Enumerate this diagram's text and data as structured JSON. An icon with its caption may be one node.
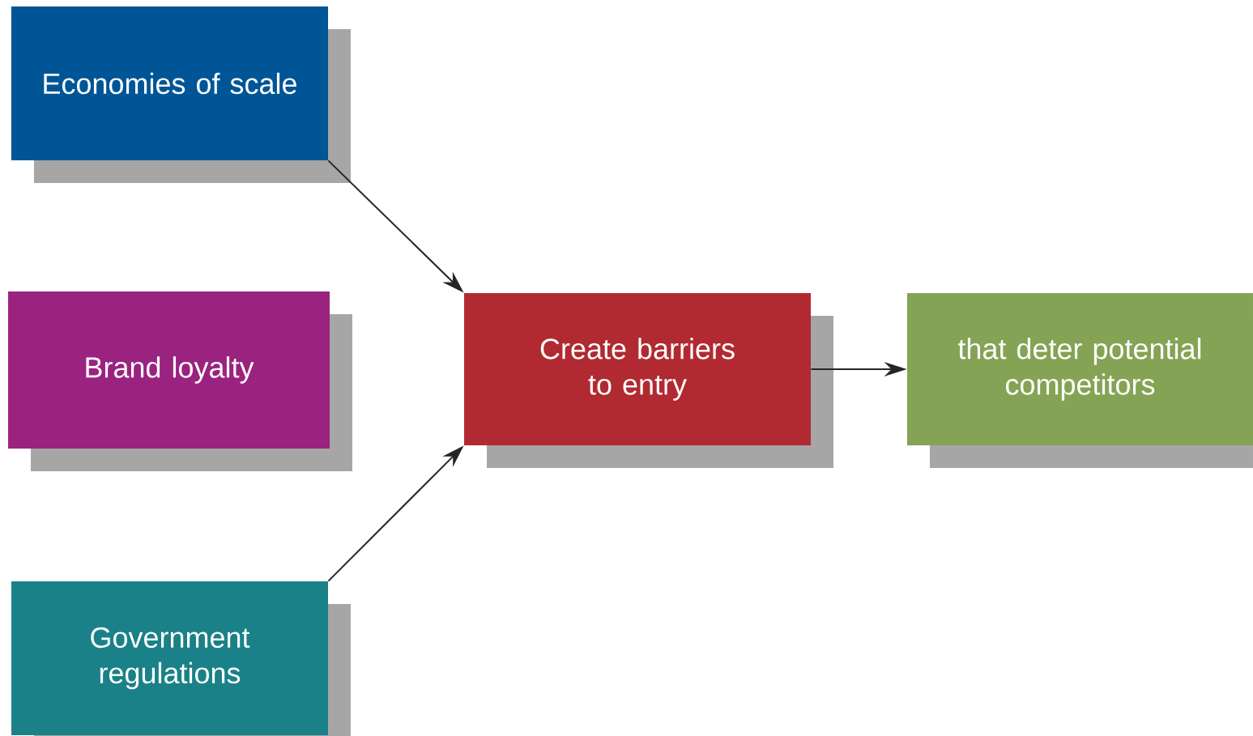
{
  "diagram": {
    "nodes": [
      {
        "text": [
          "Economies of scale"
        ]
      },
      {
        "text": [
          "Brand loyalty"
        ]
      },
      {
        "text": [
          "Government regulations"
        ]
      },
      {
        "text": [
          "Create barriers to entry"
        ]
      },
      {
        "text": [
          "that deter potential competitors"
        ]
      }
    ],
    "edges": [
      {
        "from": 0,
        "to": 3,
        "arrow": "to"
      },
      {
        "from": 2,
        "to": 3,
        "arrow": "to"
      },
      {
        "from": 3,
        "to": 4,
        "arrow": "to"
      }
    ]
  }
}
